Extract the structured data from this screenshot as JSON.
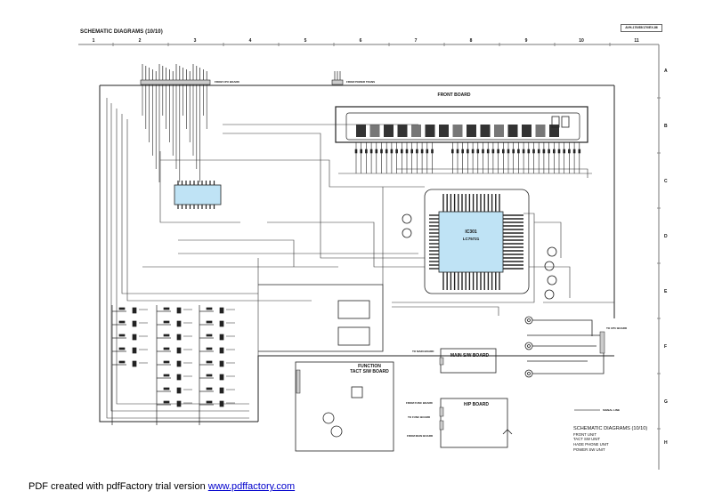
{
  "header": {
    "title": "SCHEMATIC DIAGRAMS (10/10)",
    "model_code": "AVH-170/85/170/EX-86"
  },
  "grid": {
    "columns": [
      "1",
      "2",
      "3",
      "4",
      "5",
      "6",
      "7",
      "8",
      "9",
      "10",
      "11"
    ],
    "rows": [
      "A",
      "B",
      "C",
      "D",
      "E",
      "F",
      "G",
      "H"
    ]
  },
  "boards": {
    "front": "FRONT BOARD",
    "function_tact_line1": "FUNCTION",
    "function_tact_line2": "TACT S/W BOARD",
    "main_sw": "MAIN S/W BOARD",
    "hp": "H/P BOARD"
  },
  "ics": {
    "ic301_name": "IC301",
    "ic301_part": "LC75721"
  },
  "connectors": {
    "from_cpu": "FROM CPU BOARD",
    "from_power": "FROM POWER TRANS",
    "to_cpu": "TO CPU BOARD",
    "to_main": "TO MAIN BOARD",
    "from_func": "FROM FUNC BOARD",
    "to_func": "TO FUNC BOARD",
    "from_main": "FROM MAIN BOARD"
  },
  "legend": {
    "signal_line": "SIGNAL LINE"
  },
  "footer_block": {
    "title": "SCHEMATIC DIAGRAMS (10/10)",
    "items": [
      "FRONT UNIT",
      "TACT SW UNIT",
      "HADE PHONE UNIT",
      "POWER SW UNIT"
    ]
  },
  "pdf_note": {
    "text": "PDF created with pdfFactory trial version ",
    "link": "www.pdffactory.com"
  },
  "colors": {
    "ic_fill": "#bfe3f5",
    "line": "#222222",
    "signal": "#bbbbbb"
  }
}
